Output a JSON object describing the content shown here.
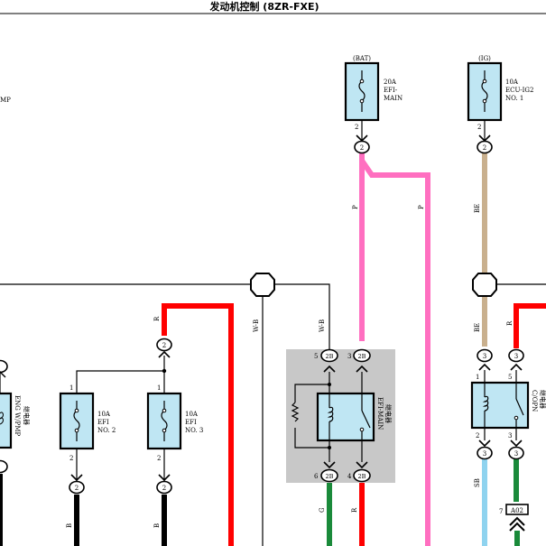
{
  "title": "发动机控制 (8ZR-FXE)",
  "fuses": {
    "efi_main": {
      "source": "(BAT)",
      "rating": "20A",
      "name1": "EFI-",
      "name2": "MAIN"
    },
    "ecu_ig2": {
      "source": "(IG)",
      "rating": "10A",
      "name1": "ECU-IG2",
      "name2": "NO. 1"
    },
    "efi_no2": {
      "rating": "10A",
      "name1": "EFI",
      "name2": "NO. 2"
    },
    "efi_no3": {
      "rating": "10A",
      "name1": "EFI",
      "name2": "NO. 3"
    }
  },
  "relays": {
    "efi_main_relay": {
      "name1": "EFI-MAIN",
      "name2": "继电器"
    },
    "copn_relay": {
      "name1": "C/OPN",
      "name2": "继电器"
    },
    "eng_wpmp_relay": {
      "name1": "ENG W/PMP",
      "name2": "继电器"
    }
  },
  "edge_text": "MP",
  "connectors": {
    "c2": "2",
    "c3": "3",
    "c2b": "2B",
    "c2b_a": "2B",
    "a02": "A02"
  },
  "pins": {
    "p1": "1",
    "p2": "2",
    "p3": "3",
    "p4": "4",
    "p5": "5",
    "p6": "6",
    "p7": "7"
  },
  "wire_colors": {
    "p": "P",
    "be": "BE",
    "r": "R",
    "wb": "W-B",
    "b": "B",
    "g": "G",
    "sb": "SB"
  },
  "colors": {
    "pink": "#ff6fc0",
    "red": "#ff0000",
    "tan": "#c9b08e",
    "green": "#1a8a3a",
    "black": "#000000",
    "skyblue": "#8fd3ef",
    "box_fill": "#bfe6f3",
    "gray_fill": "#c8c8c8"
  }
}
